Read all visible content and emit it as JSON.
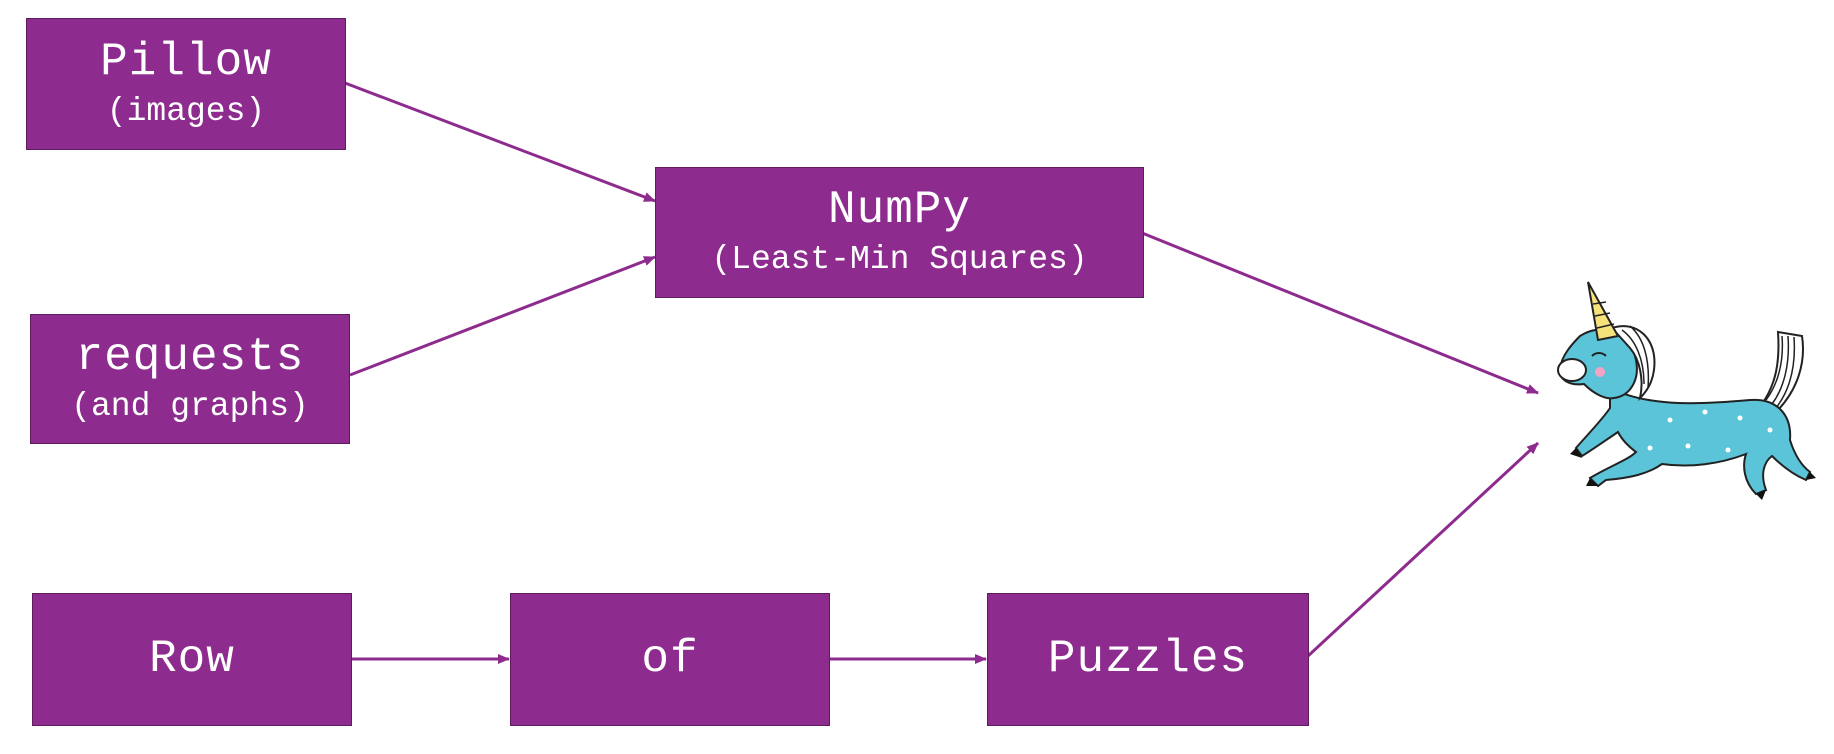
{
  "colors": {
    "box_fill": "#8e2b8e",
    "box_border": "#5e1b5e",
    "arrow": "#8e2b8e",
    "text": "#ffffff"
  },
  "nodes": {
    "pillow": {
      "title": "Pillow",
      "subtitle": "(images)"
    },
    "requests": {
      "title": "requests",
      "subtitle": "(and graphs)"
    },
    "numpy": {
      "title": "NumPy",
      "subtitle": "(Least-Min Squares)"
    },
    "row": {
      "title": "Row"
    },
    "of": {
      "title": "of"
    },
    "puzzles": {
      "title": "Puzzles"
    }
  },
  "edges": [
    {
      "from": "pillow",
      "to": "numpy"
    },
    {
      "from": "requests",
      "to": "numpy"
    },
    {
      "from": "numpy",
      "to": "unicorn"
    },
    {
      "from": "row",
      "to": "of"
    },
    {
      "from": "of",
      "to": "puzzles"
    },
    {
      "from": "puzzles",
      "to": "unicorn"
    }
  ],
  "unicorn": {
    "icon": "unicorn-icon"
  }
}
